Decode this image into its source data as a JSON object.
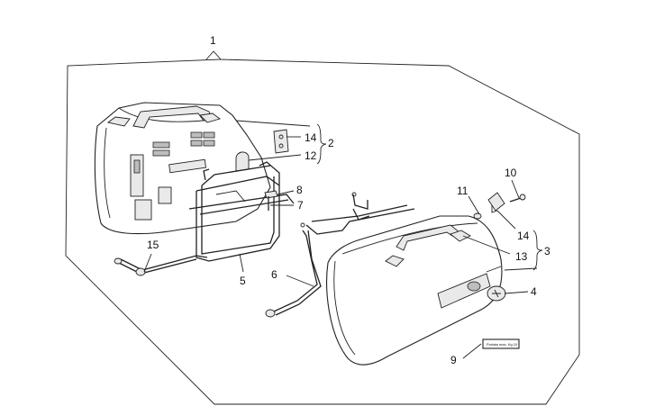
{
  "labels": {
    "n1": "1",
    "n2": "2",
    "n3": "3",
    "n4": "4",
    "n5": "5",
    "n6": "6",
    "n7": "7",
    "n8": "8",
    "n9": "9",
    "n10": "10",
    "n11": "11",
    "n12": "12",
    "n13": "13",
    "n14a": "14",
    "n14b": "14",
    "n15": "15"
  },
  "tag_text": "Portata max. Kg 10"
}
